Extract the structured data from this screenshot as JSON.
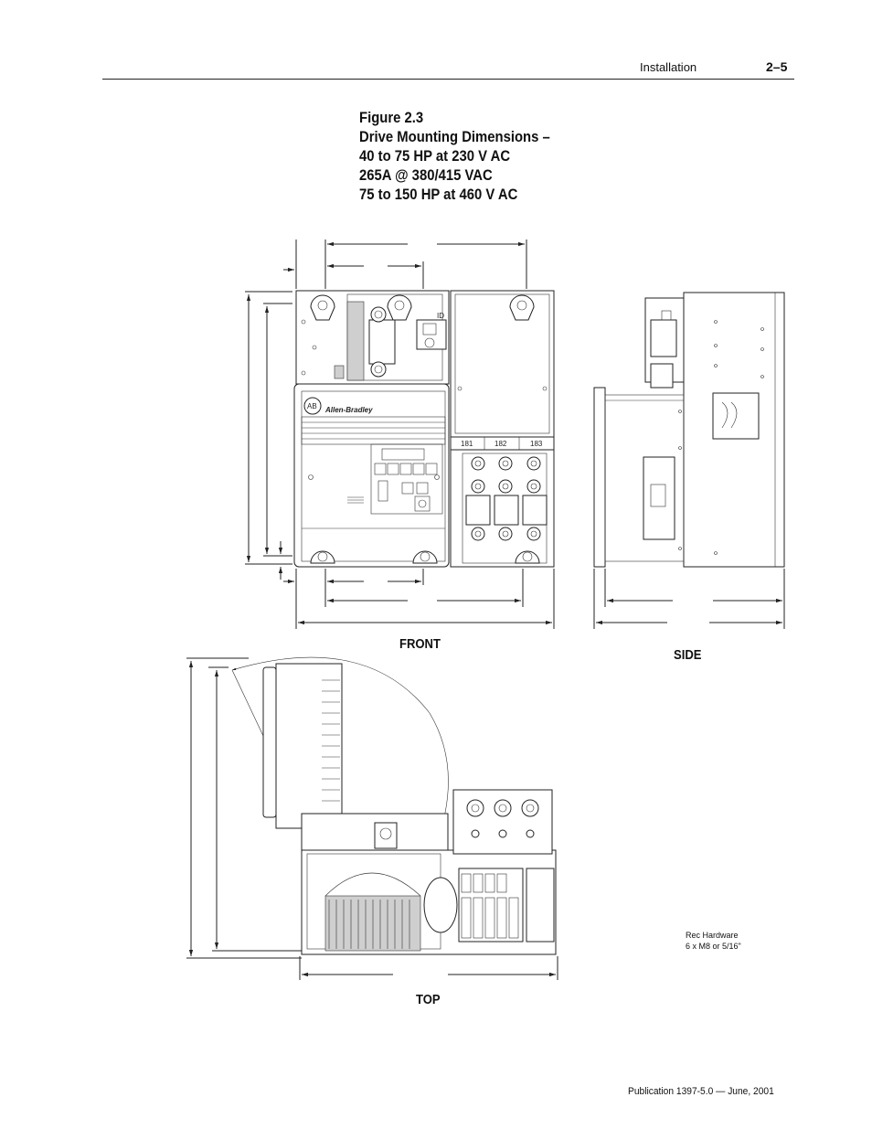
{
  "header": {
    "section": "Installation",
    "page": "2–5"
  },
  "figure": {
    "title_lines": [
      "Figure 2.3",
      "Drive Mounting Dimensions –",
      "40 to 75 HP at 230 V AC",
      "265A @ 380/415 VAC",
      "75 to 150 HP at 460 V AC"
    ]
  },
  "views": {
    "front": "FRONT",
    "side": "SIDE",
    "top": "TOP"
  },
  "drawing_text": {
    "brand": "Allen-Bradley",
    "logo": "AB",
    "terminals": [
      "181",
      "182",
      "183"
    ]
  },
  "note": {
    "lines": [
      "Rec Hardware",
      "6 x M8 or 5/16\""
    ]
  },
  "footer": {
    "text": "Publication 1397-5.0  —  June, 2001"
  }
}
